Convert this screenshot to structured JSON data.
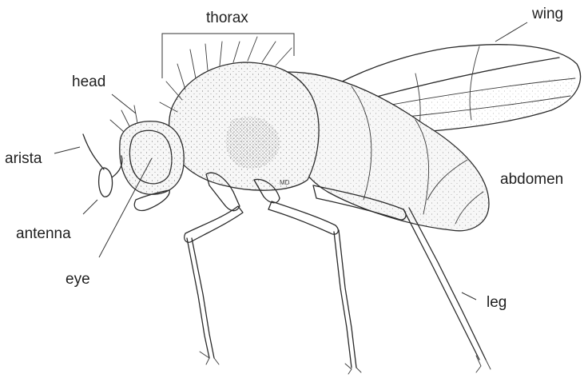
{
  "title": "",
  "labels": {
    "thorax": "thorax",
    "wing": "wing",
    "head": "head",
    "arista": "arista",
    "antenna": "antenna",
    "eye": "eye",
    "abdomen": "abdomen",
    "leg": "leg"
  },
  "signature": "MD"
}
